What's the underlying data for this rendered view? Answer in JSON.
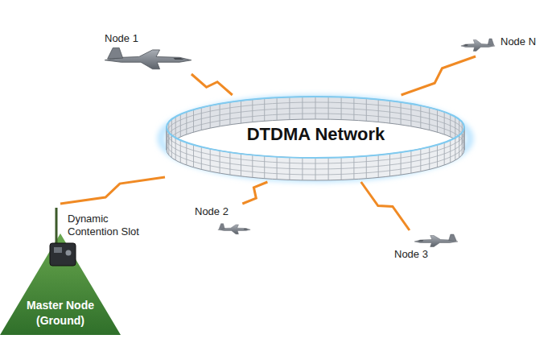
{
  "diagram": {
    "nodes": [
      {
        "text": [
          "Node 1"
        ]
      },
      {
        "text": [
          "Node N"
        ]
      },
      {
        "text": [
          "DTDMA Network"
        ]
      },
      {
        "text": [
          "Node 2"
        ]
      },
      {
        "text": [
          "Node 3"
        ]
      },
      {
        "text": [
          "Master Node (Ground)"
        ]
      }
    ],
    "edges": [
      {
        "from": 0,
        "to": 2,
        "arrow": "none"
      },
      {
        "from": 1,
        "to": 2,
        "arrow": "none"
      },
      {
        "from": 3,
        "to": 2,
        "arrow": "none"
      },
      {
        "from": 4,
        "to": 2,
        "arrow": "none"
      },
      {
        "from": 5,
        "to": 2,
        "arrow": "none"
      }
    ],
    "labels": [
      "Dynamic Contention Slot"
    ]
  }
}
